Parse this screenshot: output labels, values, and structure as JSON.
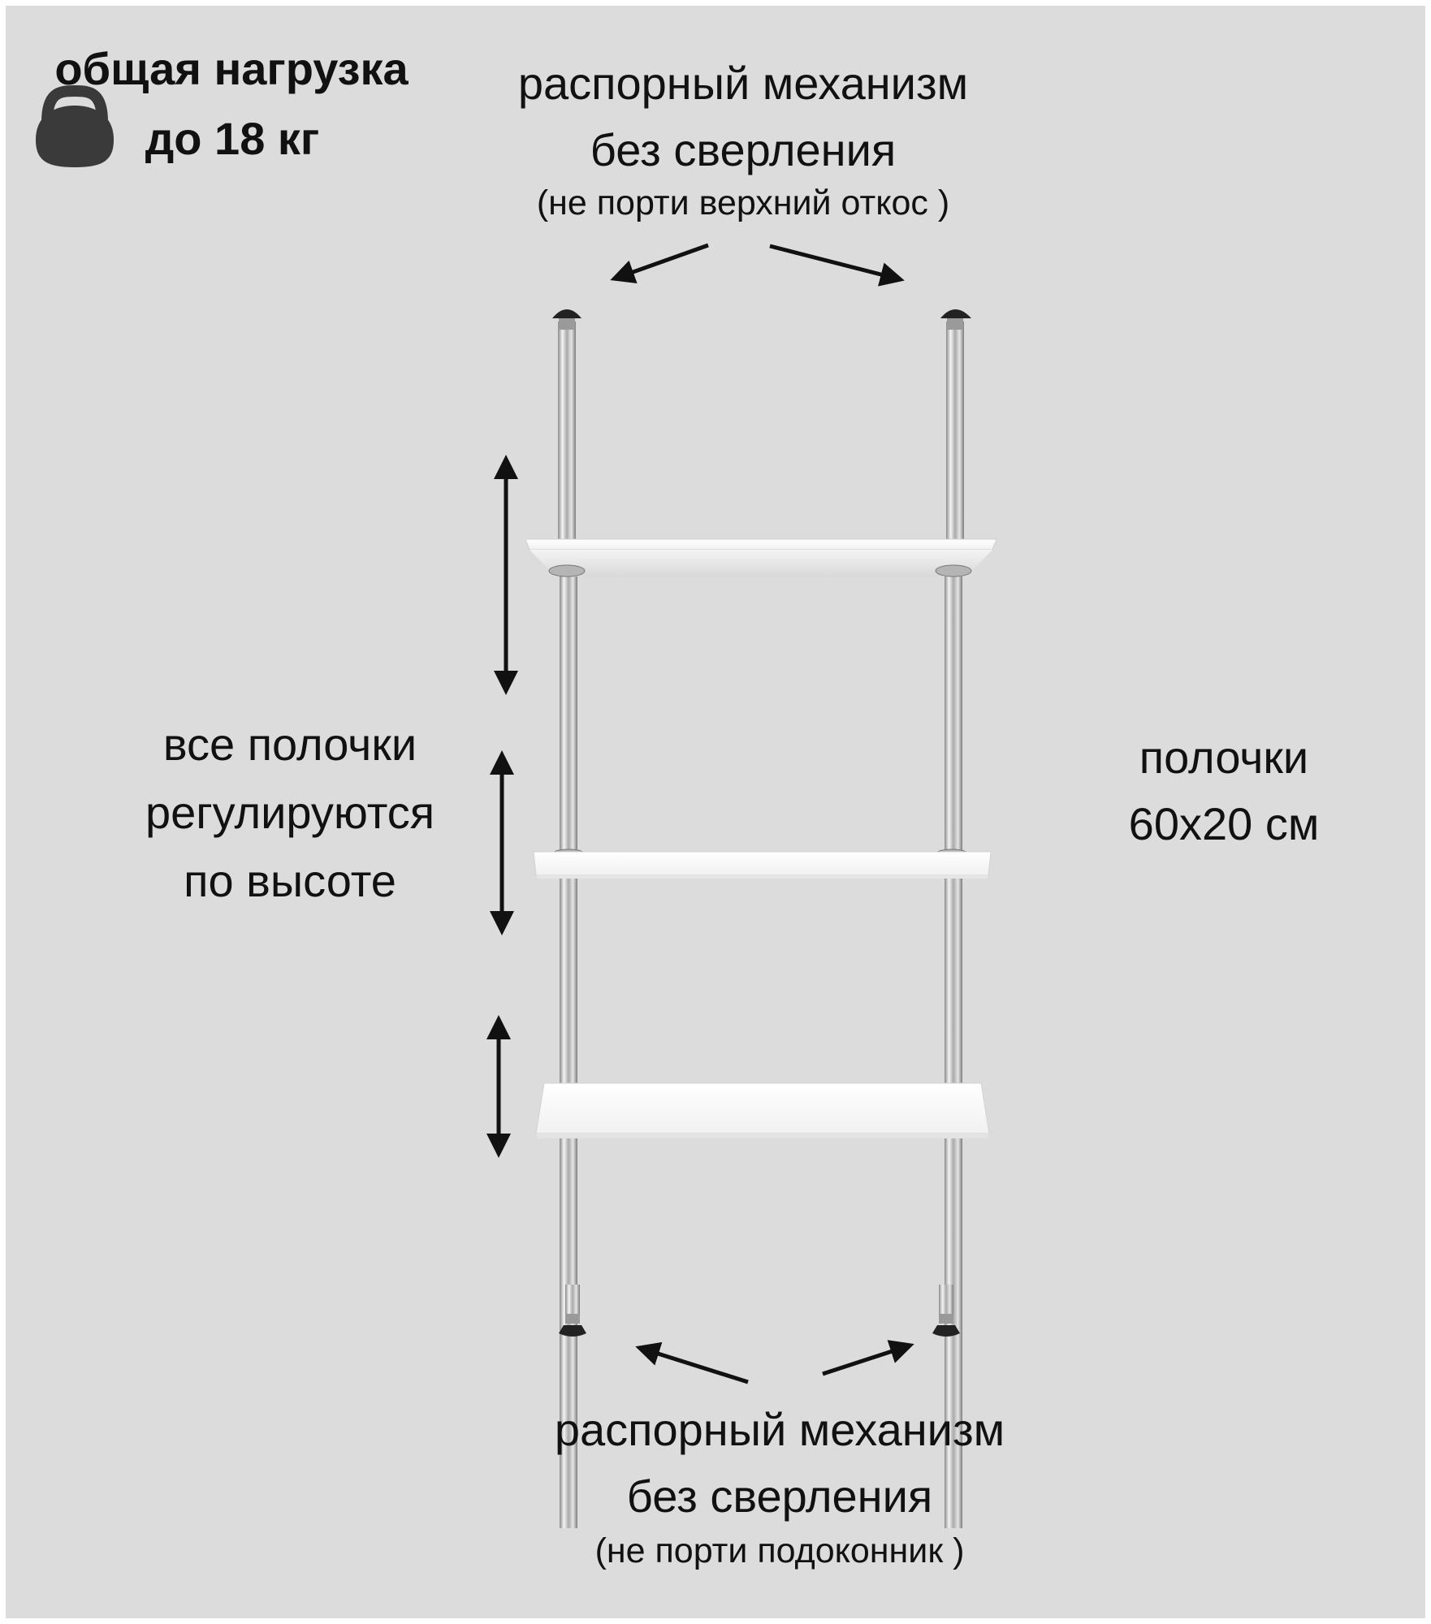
{
  "load": {
    "title": "общая нагрузка",
    "value": "до 18 кг",
    "icon": "kettlebell-icon"
  },
  "top_caption": {
    "line1": "распорный механизм",
    "line2": "без сверления",
    "line3": "(не порти верхний откос )"
  },
  "bottom_caption": {
    "line1": "распорный механизм",
    "line2": "без сверления",
    "line3": "(не порти подоконник )"
  },
  "left_caption": {
    "line1": "все полочки",
    "line2": "регулируются",
    "line3": "по высоте"
  },
  "right_caption": {
    "line1": "полочки",
    "line2": "60x20 см"
  },
  "colors": {
    "background": "#dcdcdc",
    "text": "#111111",
    "shelf": "#ffffff",
    "pole": "#c8c8c8"
  }
}
